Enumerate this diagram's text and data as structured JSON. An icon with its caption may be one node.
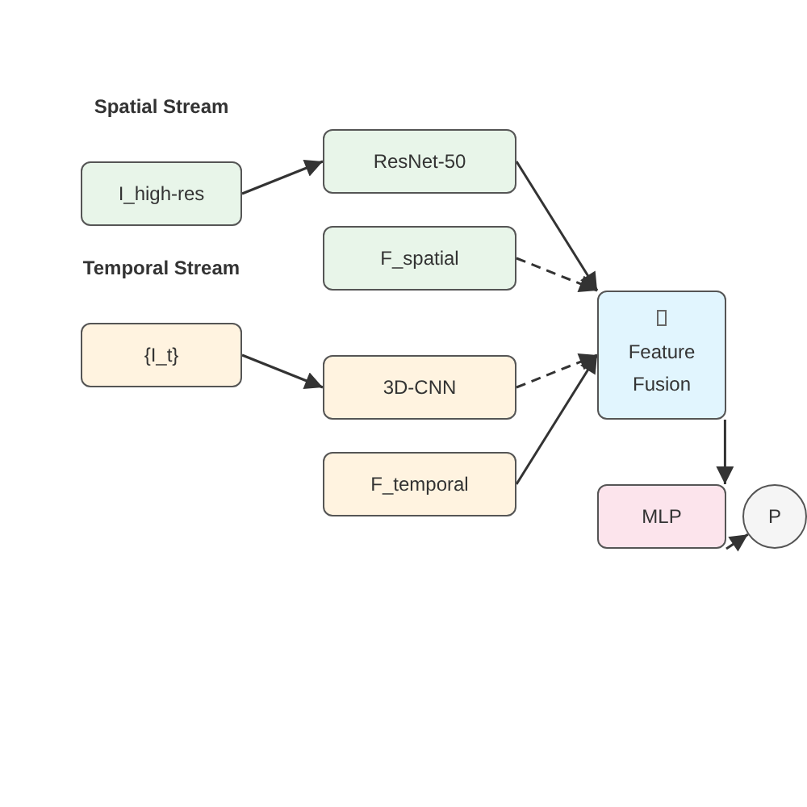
{
  "diagram": {
    "nodes": [
      {
        "text": [
          "I_high-res"
        ]
      },
      {
        "text": [
          "ResNet-50"
        ]
      },
      {
        "text": [
          "F_spatial"
        ]
      },
      {
        "text": [
          "{I_t}"
        ]
      },
      {
        "text": [
          "3D-CNN"
        ]
      },
      {
        "text": [
          "F_temporal"
        ]
      },
      {
        "text": [
          "Feature Fusion"
        ]
      },
      {
        "text": [
          "MLP"
        ]
      },
      {
        "text": [
          "P"
        ]
      }
    ],
    "edges": [
      {
        "from": 0,
        "to": 1,
        "arrow": "to"
      },
      {
        "from": 1,
        "to": 6,
        "arrow": "to"
      },
      {
        "from": 2,
        "to": 6,
        "arrow": "to",
        "style": "dashed"
      },
      {
        "from": 3,
        "to": 4,
        "arrow": "to"
      },
      {
        "from": 4,
        "to": 6,
        "arrow": "to",
        "style": "dashed"
      },
      {
        "from": 5,
        "to": 6,
        "arrow": "to"
      },
      {
        "from": 6,
        "to": 7,
        "arrow": "to"
      },
      {
        "from": 7,
        "to": 8,
        "arrow": "to"
      }
    ],
    "labels": [
      "Spatial Stream",
      "Temporal Stream"
    ]
  }
}
